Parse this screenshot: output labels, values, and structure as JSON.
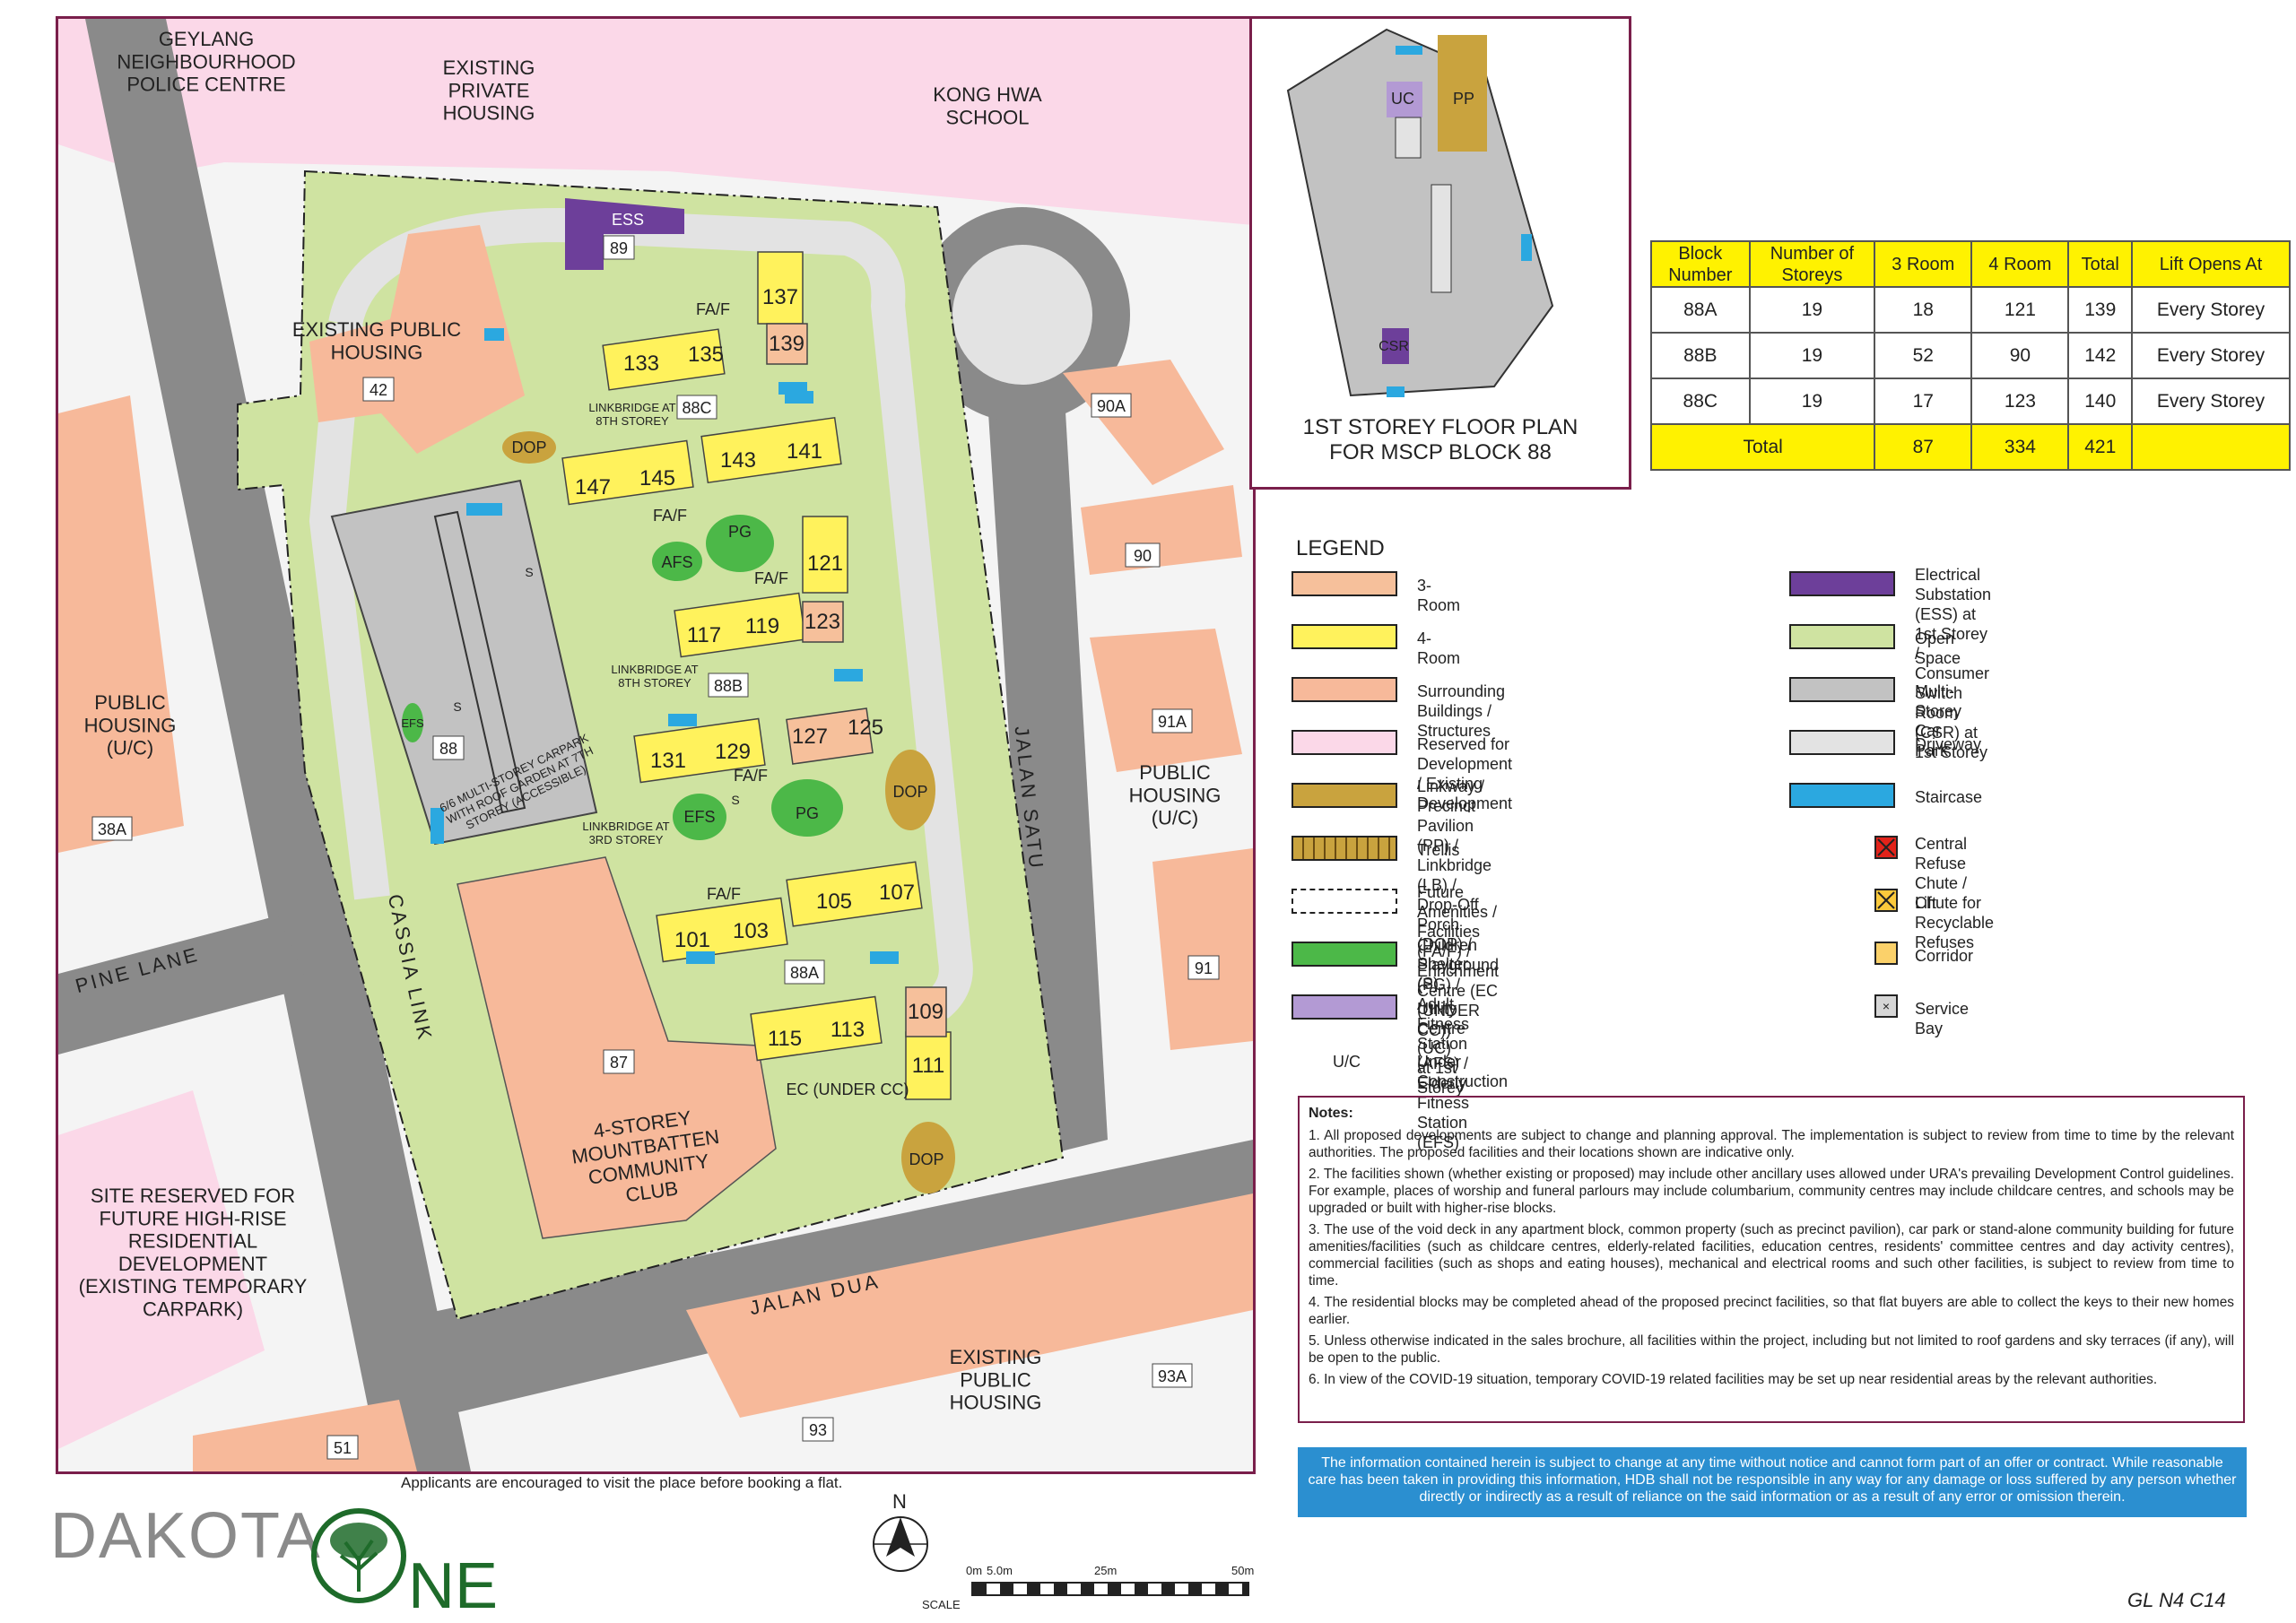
{
  "site_map": {
    "surroundings": {
      "geylang_npc": "GEYLANG\nNEIGHBOURHOOD\nPOLICE CENTRE",
      "existing_private_housing": "EXISTING\nPRIVATE\nHOUSING",
      "kong_hwa_school": "KONG HWA\nSCHOOL",
      "existing_public_housing_nw": "EXISTING PUBLIC\nHOUSING",
      "public_housing_uc_w": "PUBLIC\nHOUSING\n(U/C)",
      "public_housing_uc_e": "PUBLIC\nHOUSING\n(U/C)",
      "site_reserved": "SITE RESERVED FOR\nFUTURE HIGH-RISE\nRESIDENTIAL\nDEVELOPMENT\n(EXISTING TEMPORARY\nCARPARK)",
      "existing_public_housing_s": "EXISTING\nPUBLIC\nHOUSING",
      "community_club": "4-STOREY\nMOUNTBATTEN\nCOMMUNITY\nCLUB"
    },
    "roads": {
      "cassia_link": "CASSIA LINK",
      "pine_lane": "PINE LANE",
      "jalan_satu": "JALAN SATU",
      "jalan_dua": "JALAN DUA"
    },
    "building_numbers": {
      "b42": "42",
      "b38a": "38A",
      "b90a": "90A",
      "b90": "90",
      "b91a": "91A",
      "b91": "91",
      "b93a": "93A",
      "b93": "93",
      "b51": "51",
      "b87": "87",
      "b88": "88",
      "b89": "89"
    },
    "blocks": {
      "b88a": "88A",
      "b88b": "88B",
      "b88c": "88C"
    },
    "units": [
      "133",
      "135",
      "137",
      "139",
      "147",
      "145",
      "143",
      "141",
      "121",
      "123",
      "117",
      "119",
      "127",
      "125",
      "131",
      "129",
      "105",
      "107",
      "101",
      "103",
      "109",
      "115",
      "113",
      "111"
    ],
    "labels": {
      "ess": "ESS",
      "dop": "DOP",
      "faf": "FA/F",
      "pg": "PG",
      "afs": "AFS",
      "efs": "EFS",
      "s": "S",
      "ec": "EC (UNDER CC)",
      "lb8_top": "LINKBRIDGE AT\n8TH STOREY",
      "lb8_mid": "LINKBRIDGE AT\n8TH STOREY",
      "lb3": "LINKBRIDGE AT\n3RD STOREY",
      "mscp": "6/6 MULTI-STOREY CARPARK\nWITH ROOF GARDEN AT 7TH\nSTOREY (ACCESSIBLE)"
    }
  },
  "mscp_plan": {
    "title": "1ST STOREY FLOOR PLAN\nFOR MSCP BLOCK 88",
    "uc": "UC",
    "pp": "PP",
    "csr": "CSR"
  },
  "units_table": {
    "headers": [
      "Block\nNumber",
      "Number of\nStoreys",
      "3 Room",
      "4 Room",
      "Total",
      "Lift Opens At"
    ],
    "rows": [
      [
        "88A",
        "19",
        "18",
        "121",
        "139",
        "Every Storey"
      ],
      [
        "88B",
        "19",
        "52",
        "90",
        "142",
        "Every Storey"
      ],
      [
        "88C",
        "19",
        "17",
        "123",
        "140",
        "Every Storey"
      ]
    ],
    "total": {
      "label": "Total",
      "three_room": "87",
      "four_room": "334",
      "total": "421"
    }
  },
  "legend": {
    "title": "LEGEND",
    "left": [
      {
        "label": "3-Room",
        "color": "#f6c09b"
      },
      {
        "label": "4-Room",
        "color": "#fff25c"
      },
      {
        "label": "Surrounding Buildings / Structures",
        "color": "#f7b99a"
      },
      {
        "label": "Reserved for Development / Existing Development",
        "color": "#fbd8e8"
      },
      {
        "label": "Linkway / Precinct Pavilion (PP) / Linkbridge (LB) /\nDrop-Off Porch (DOP) / Shelter (S)",
        "color": "#c9a33e"
      },
      {
        "label": "Trellis",
        "color": "#c9a33e"
      },
      {
        "label": "Future Amenities / Facilities (FA/F) /\nEnrichment Centre (EC (UNDER CC))",
        "color": "#ffffff"
      },
      {
        "label": "Children Playground (PG) / Adult Fitness Station\n(AFS) / Elderly Fitness Station (EFS)",
        "color": "#4cb848"
      },
      {
        "label": "Utility Centre (UC) at 1st Storey",
        "color": "#b39ad4"
      },
      {
        "label": "Under Construction",
        "abbr": "U/C"
      }
    ],
    "right": [
      {
        "label": "Electrical Substation (ESS) at 1st Storey /\nConsumer Switch Room (CSR) at 1st Storey",
        "color": "#6d3f9a"
      },
      {
        "label": "Open Space",
        "color": "#cfe3a1"
      },
      {
        "label": "Multi-Storey Car Park",
        "color": "#c2c2c2"
      },
      {
        "label": "Driveway",
        "color": "#e3e3e3"
      },
      {
        "label": "Staircase",
        "color": "#2ba8e0"
      },
      {
        "label": "Central Refuse Chute / Chute for Recyclable\nRefuses",
        "color": "#e2231a"
      },
      {
        "label": "Lift",
        "color": "#fbc93c"
      },
      {
        "label": "Corridor",
        "color": "#fbd16a"
      },
      {
        "label": "Service Bay",
        "color": "#d6d6d6"
      }
    ]
  },
  "notes": {
    "title": "Notes:",
    "items": [
      "1. All proposed developments are subject to change and planning approval. The implementation is subject to review from time to time by the relevant authorities. The proposed facilities and their locations shown are indicative only.",
      "2. The facilities shown (whether existing or proposed) may include other ancillary uses allowed under URA's prevailing Development Control guidelines. For example, places of worship and funeral parlours may include columbarium, community centres may include childcare centres, and schools may be upgraded or built with higher-rise blocks.",
      "3. The use of the void deck in any apartment block, common property (such as precinct pavilion), car park or stand-alone community building for future amenities/facilities (such as childcare centres, elderly-related facilities, education centres, residents' committee centres and day activity centres), commercial facilities (such as shops and eating houses), mechanical and electrical rooms and such other facilities, is subject to review from time to time.",
      "4. The residential blocks may be completed ahead of the proposed precinct facilities, so that flat buyers are able to collect the keys to their new homes earlier.",
      "5. Unless otherwise indicated in the sales brochure, all facilities within the project, including but not limited to roof gardens and sky terraces (if any), will be open to the public.",
      "6. In view of the COVID-19 situation, temporary COVID-19 related facilities may be set up near residential areas by the relevant authorities."
    ]
  },
  "disclaimer": "The information contained herein is subject to change at any time without notice and cannot form part of an offer or contract. While reasonable care has been taken in providing this information, HDB shall not be responsible in any way for any damage or loss suffered by any person whether directly or indirectly as a result of reliance on the said information or as a result of any error or omission therein.",
  "applicants_note": "Applicants are encouraged to visit the place before booking a flat.",
  "logo": {
    "part1": "DAKOTA",
    "part2": "NE"
  },
  "north": "N",
  "scale": {
    "label": "SCALE",
    "ticks": [
      "0m",
      "5.0m",
      "25m",
      "50m"
    ]
  },
  "reference": "GL N4 C14",
  "colors": {
    "three_room": "#f6c09b",
    "four_room": "#fff25c",
    "open_space": "#cfe3a1",
    "reserved": "#fbd8e8",
    "mscp": "#c2c2c2",
    "staircase": "#2ba8e0",
    "ess": "#6d3f9a",
    "linkway": "#c9a33e",
    "border": "#7a1f4b",
    "table_header": "#fff200"
  }
}
